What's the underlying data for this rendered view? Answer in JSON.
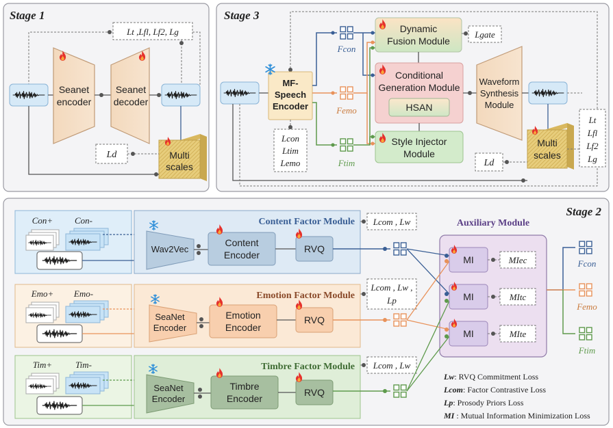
{
  "stage1": {
    "title": "Stage 1",
    "loss_top": "Lt ,Lfl, Lf2, Lg",
    "encoder": [
      "Seanet",
      "encoder"
    ],
    "decoder": [
      "Seanet",
      "decoder"
    ],
    "loss_d": "Ld",
    "multiscales": [
      "Multi",
      "scales"
    ]
  },
  "stage3": {
    "title": "Stage 3",
    "mf_encoder": [
      "MF-",
      "Speech",
      "Encoder"
    ],
    "fcon": "Fcon",
    "femo": "Femo",
    "ftim": "Ftim",
    "dynamic_fusion": [
      "Dynamic",
      "Fusion Module"
    ],
    "lgate": "Lgate",
    "cond_gen": [
      "Conditional",
      "Generation Module"
    ],
    "hsan": "HSAN",
    "style_injector": [
      "Style Injector",
      "Module"
    ],
    "waveform": [
      "Waveform",
      "Synthesis",
      "Module"
    ],
    "losses_enc": [
      "Lcon",
      "Ltim",
      "Lemo"
    ],
    "losses_right": [
      "Lt",
      "Lfl",
      "Lf2",
      "Lg"
    ],
    "loss_d": "Ld",
    "multiscales": [
      "Multi",
      "scales"
    ]
  },
  "stage2": {
    "title": "Stage 2",
    "content": {
      "title": "Content Factor Module",
      "pos": "Con+",
      "neg": "Con-",
      "extractor": "Wav2Vec",
      "encoder": [
        "Content",
        "Encoder"
      ],
      "rvq": "RVQ",
      "loss": "Lcom , Lw"
    },
    "emotion": {
      "title": "Emotion Factor Module",
      "pos": "Emo+",
      "neg": "Emo-",
      "extractor": [
        "SeaNet",
        "Encoder"
      ],
      "encoder": [
        "Emotion",
        "Encoder"
      ],
      "rvq": "RVQ",
      "loss": [
        "Lcom , Lw ,",
        "Lp"
      ]
    },
    "timbre": {
      "title": "Timbre Factor Module",
      "pos": "Tim+",
      "neg": "Tim-",
      "extractor": [
        "SeaNet",
        "Encoder"
      ],
      "encoder": [
        "Timbre",
        "Encoder"
      ],
      "rvq": "RVQ",
      "loss": "Lcom , Lw"
    },
    "auxiliary": {
      "title": "Auxiliary Module",
      "mi": [
        "MI",
        "MI",
        "MI"
      ],
      "mi_losses": [
        "MIec",
        "MItc",
        "MIte"
      ]
    },
    "outputs": [
      "Fcon",
      "Femo",
      "Ftim"
    ],
    "legend": [
      {
        "sym": "Lw",
        "text": ": RVQ Commitment Loss"
      },
      {
        "sym": "Lcom",
        "text": ": Factor Contrastive Loss"
      },
      {
        "sym": "Lp",
        "text": ": Prosody Priors Loss"
      },
      {
        "sym": "MI",
        "text": " : Mutual Information Minimization Loss"
      }
    ]
  },
  "colors": {
    "content_blue": "#3a5f95",
    "emotion_orange": "#e8925a",
    "timbre_green": "#5e9a4c",
    "aux_purple": "#5b3f86",
    "emotion_title": "#8a4a2a"
  }
}
